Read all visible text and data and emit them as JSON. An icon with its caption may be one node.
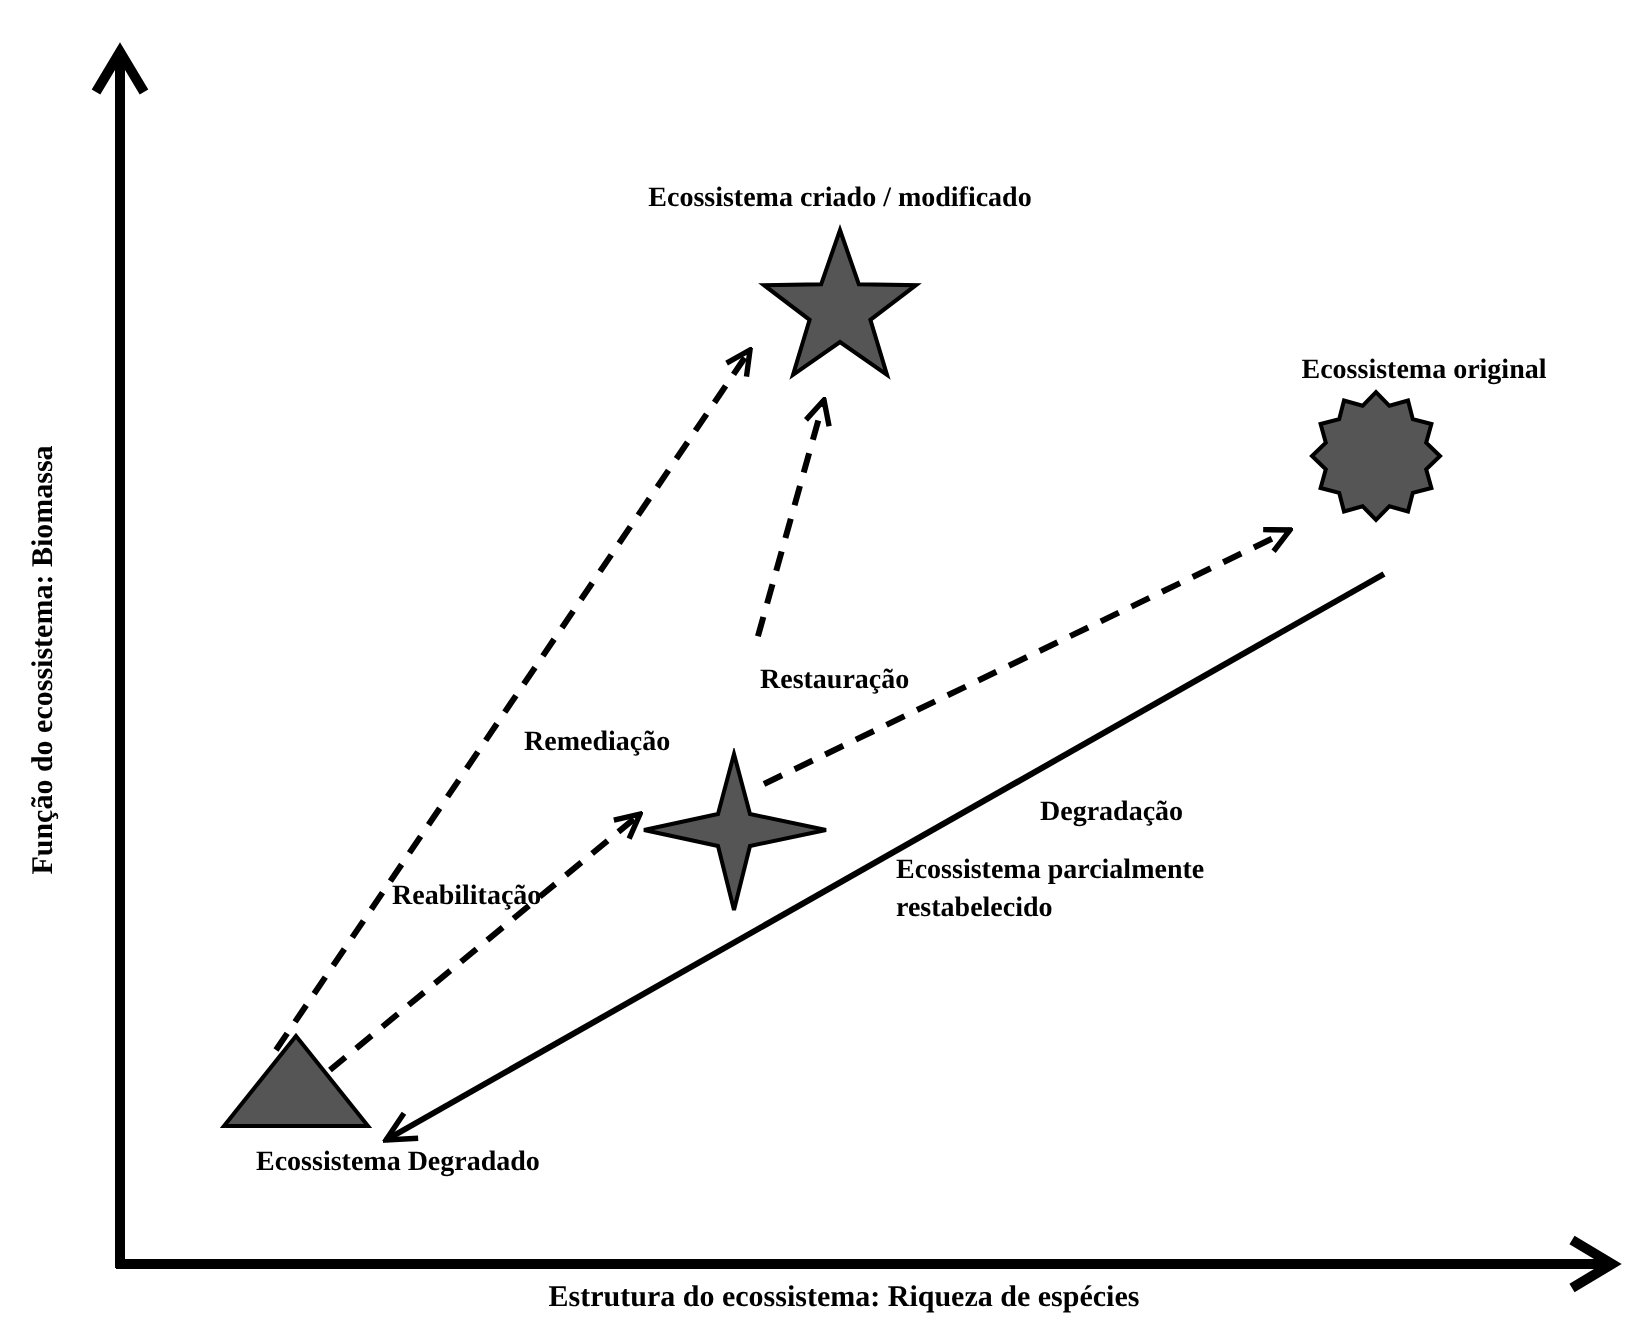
{
  "diagram": {
    "nodes": [
      {
        "text": [
          "Ecossistema criado / modificado"
        ]
      },
      {
        "text": [
          "Ecossistema original"
        ]
      },
      {
        "text": [
          "Ecossistema parcialmente restabelecido"
        ]
      },
      {
        "text": [
          "Ecossistema Degradado"
        ]
      }
    ],
    "edges": [
      {
        "from": 3,
        "to": 0,
        "arrow": "to",
        "style": "dashed"
      },
      {
        "from": 3,
        "to": 2,
        "arrow": "to",
        "style": "dashed"
      },
      {
        "from": 2,
        "to": 1,
        "arrow": "to",
        "style": "dashed"
      },
      {
        "from": null,
        "to": 0,
        "arrow": "to",
        "style": "dashed"
      },
      {
        "from": 1,
        "to": 3,
        "arrow": "to"
      }
    ],
    "labels": [
      "Restauração",
      "Remediação",
      "Degradação",
      "Reabilitação",
      "Função do ecossistema: Biomassa",
      "Estrutura do ecossistema: Riqueza de espécies"
    ]
  }
}
